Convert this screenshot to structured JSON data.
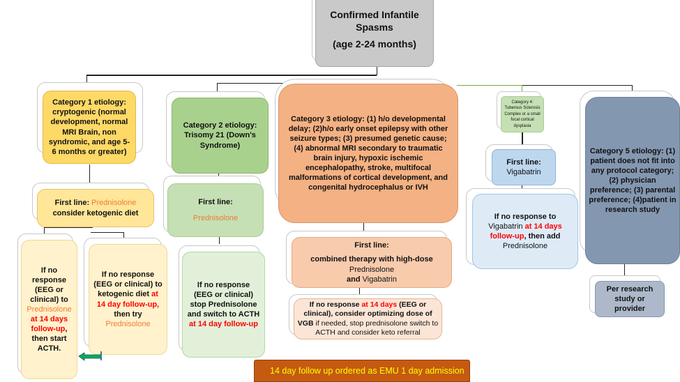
{
  "root": {
    "line1": "Confirmed Infantile",
    "line2": "Spasms",
    "line3": "(age 2-24 months)"
  },
  "cat1": {
    "title": "Category 1 etiology: cryptogenic (normal development, normal MRI Brain, non syndromic, and age 5-6 months or greater)",
    "first_line_prefix": "First line: ",
    "first_line_drug": "Prednisolone",
    "first_line_suffix": " consider ketogenic diet",
    "left": {
      "a": "If no response (EEG or clinical) to",
      "drug": "Prednisolone",
      "red": "at 14 days follow-up",
      "b": ", then start ACTH."
    },
    "right": {
      "a": "If no response (EEG or clinical) to ketogenic diet ",
      "red": "at 14 day follow-up,",
      "b": " then try",
      "drug": "Prednisolone"
    }
  },
  "cat2": {
    "title": "Category 2 etiology: Trisomy 21 (Down's Syndrome)",
    "first_line_label": "First line:",
    "first_line_drug": "Prednisolone",
    "followup_a": "If no response (EEG or clinical) stop Prednisolone and switch to ACTH ",
    "followup_red": "at 14 day follow-up"
  },
  "cat3": {
    "title": "Category 3 etiology: (1) h/o developmental delay; (2)h/o early onset epilepsy with other seizure types; (3) presumed genetic cause; (4) abnormal MRI secondary to traumatic brain injury, hypoxic ischemic encephalopathy, stroke, multifocal malformations of cortical development, and congenital hydrocephalus or IVH",
    "first_line_label": "First line:",
    "first_line_a": "combined therapy with high-dose ",
    "first_line_drug1": "Prednisolone",
    "first_line_and": "and ",
    "first_line_drug2": "Vigabatrin",
    "followup_a": "If no response ",
    "followup_red": "at 14 days",
    "followup_b": " (EEG or clinical), consider optimizing dose of VGB",
    "followup_c": " if needed,  stop prednisolone switch to ACTH and consider keto referral"
  },
  "cat4": {
    "title": "Category 4: Tuberous Sclerosis Complex or a small focal cortical dysplasia",
    "first_line_label": "First line: ",
    "first_line_drug": "Vigabatrin",
    "followup_a": "If no response to ",
    "followup_drug": "Vigabatrin",
    "followup_red": " at 14 days follow-up",
    "followup_b": ", then add",
    "followup_drug2": "Prednisolone"
  },
  "cat5": {
    "title": "Category 5 etiology: (1) patient does not fit into any protocol category; (2) physician preference; (3) parental preference; (4)patient in research study",
    "followup": "Per research study or provider"
  },
  "footer": {
    "banner": "14 day follow up ordered as EMU 1 day admission"
  },
  "colors": {
    "root": "#c9c9c9",
    "cat1": "#ffd966",
    "cat1_light": "#ffe699",
    "cat1_lighter": "#fff2cc",
    "cat2": "#a9d18e",
    "cat2_light": "#c5e0b4",
    "cat2_lighter": "#e2f0d9",
    "cat3": "#f4b183",
    "cat3_light": "#f8cbad",
    "cat3_lighter": "#fbe5d6",
    "cat4": "#c5e0b4",
    "cat4_first": "#bdd7ee",
    "cat4_follow": "#deebf7",
    "cat5": "#8497b0",
    "cat5_follow": "#adb9ca",
    "banner": "#c55a11",
    "banner_text": "#ffff00",
    "highlight_red": "#ff0000",
    "drug_orange": "#ed7d31"
  }
}
